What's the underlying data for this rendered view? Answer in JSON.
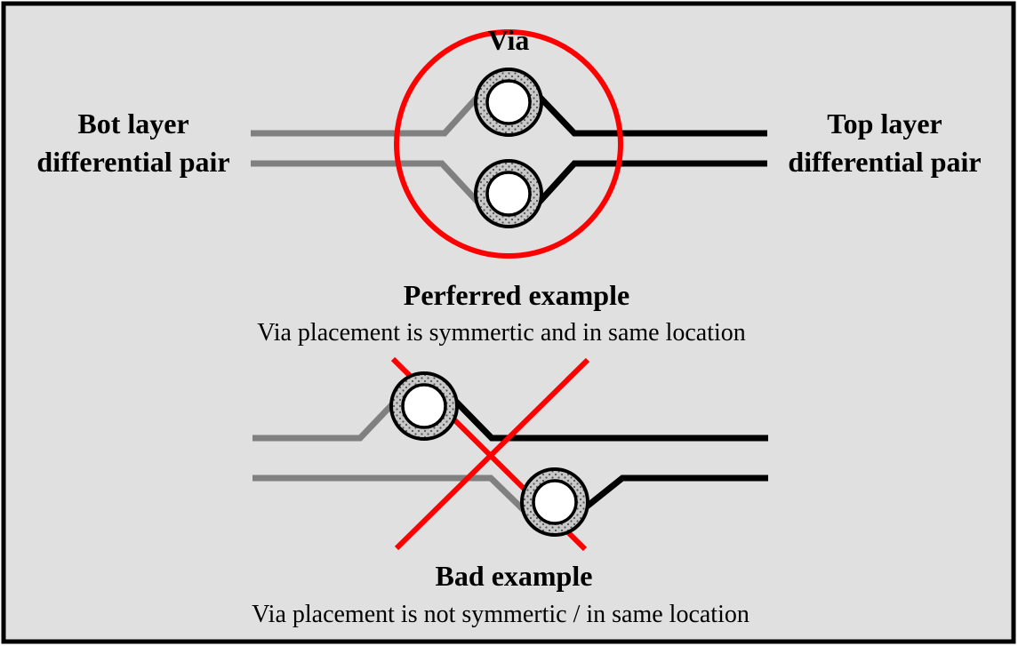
{
  "labels": {
    "via": "Via",
    "bot_layer_line1": "Bot layer",
    "bot_layer_line2": "differential pair",
    "top_layer_line1": "Top layer",
    "top_layer_line2": "differential pair",
    "preferred_title": "Perferred example",
    "preferred_caption": "Via placement is symmertic and in same location",
    "bad_title": "Bad example",
    "bad_caption": "Via placement is not symmertic / in same location"
  },
  "colors": {
    "background": "#e0e0e0",
    "frame": "#000000",
    "bot_trace": "#808080",
    "top_trace": "#000000",
    "highlight": "#ff0000",
    "via_pad": "#c8c8c8",
    "via_hole": "#ffffff"
  }
}
